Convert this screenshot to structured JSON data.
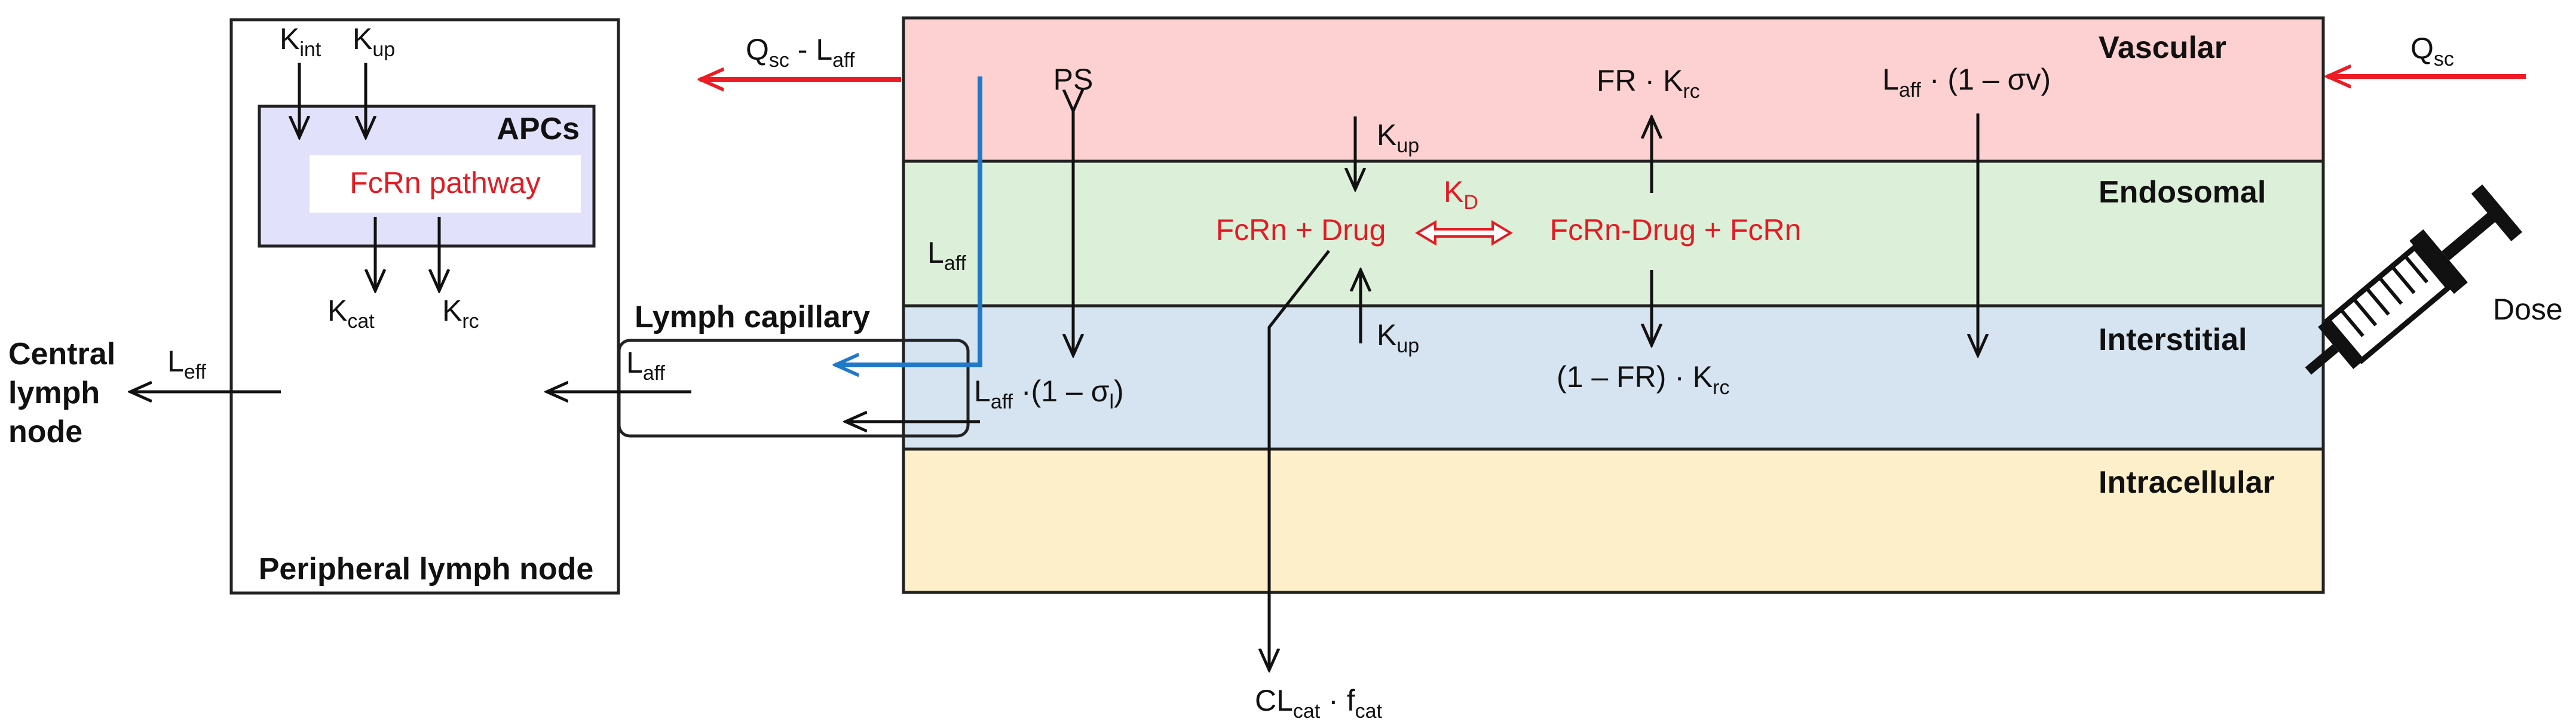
{
  "colors": {
    "vascular": "#fdd0d1",
    "endosomal": "#dcefd8",
    "interstitial": "#d6e3f1",
    "intracellular": "#fdefc9",
    "apcs": "#e1e1fb",
    "red_arrow": "#ed1c24",
    "blue_flow": "#1f78c8",
    "fcrn_text": "#e31b23"
  },
  "compartments": {
    "vascular": "Vascular",
    "endosomal": "Endosomal",
    "interstitial": "Interstitial",
    "intracellular": "Intracellular"
  },
  "lymph_node": {
    "title": "Peripheral lymph node",
    "apcs": "APCs",
    "fcrn_pathway": "FcRn pathway",
    "kint": {
      "main": "K",
      "sub": "int"
    },
    "kup": {
      "main": "K",
      "sub": "up"
    },
    "kcat": {
      "main": "K",
      "sub": "cat"
    },
    "krc": {
      "main": "K",
      "sub": "rc"
    }
  },
  "central_lymph_node": {
    "line1": "Central",
    "line2": "lymph",
    "line3": "node"
  },
  "leff": {
    "main": "L",
    "sub": "eff"
  },
  "lymph_capillary": "Lymph capillary",
  "laff_capillary": {
    "main": "L",
    "sub": "aff"
  },
  "laff_blue": {
    "main": "L",
    "sub": "aff"
  },
  "laff_sigma": {
    "main": "L",
    "sub": "aff",
    "tail": " ·(1 – σ",
    "tail_sub": "l",
    "close": ")"
  },
  "qsc_laff": {
    "q": "Q",
    "q_sub": "sc",
    "mid": " - L",
    "l_sub": "aff"
  },
  "qsc": {
    "main": "Q",
    "sub": "sc"
  },
  "ps": "PS",
  "kup_top": {
    "main": "K",
    "sub": "up"
  },
  "kup_bottom": {
    "main": "K",
    "sub": "up"
  },
  "kd": {
    "main": "K",
    "sub": "D"
  },
  "fcrn_drug": "FcRn + Drug",
  "fcrn_complex": "FcRn-Drug + FcRn",
  "fr_krc": {
    "pre": "FR · K",
    "sub": "rc"
  },
  "one_minus_fr_krc": {
    "pre": "(1 – FR) · K",
    "sub": "rc"
  },
  "laff_sigma_v": {
    "main": "L",
    "sub": "aff",
    "tail": " · (1 – σv)"
  },
  "cl_cat": {
    "main": "CL",
    "sub1": "cat",
    "mid": " · f",
    "sub2": "cat"
  },
  "dose": "Dose"
}
